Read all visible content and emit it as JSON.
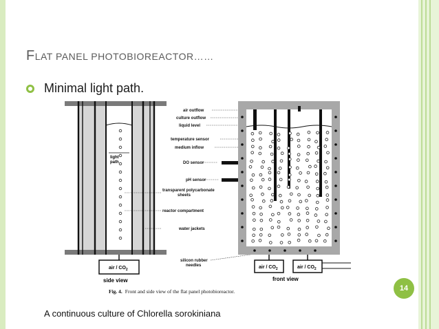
{
  "slide": {
    "title_first": "F",
    "title_rest": "LAT PANEL PHOTOBIOREACTOR……",
    "bullet": "Minimal light path.",
    "page_number": "14",
    "caption": "A continuous culture of Chlorella sorokiniana"
  },
  "figure": {
    "labels": {
      "air_outflow": "air outflow",
      "culture_outflow": "culture outflow",
      "liquid_level": "liquid level",
      "temperature_sensor": "temperature sensor",
      "medium_inflow": "medium inflow",
      "do_sensor": "DO sensor",
      "ph_sensor": "pH sensor",
      "transparent_sheets_1": "transparent polycarbonate",
      "transparent_sheets_2": "sheets",
      "reactor_compartment": "reactor compartment",
      "water_jackets": "water jackets",
      "silicon_rubber_1": "silicon rubber",
      "silicon_rubber_2": "needles",
      "air_co2": "air / CO",
      "co2_sub": "2",
      "light_1": "light",
      "light_2": "path",
      "side_view": "side view",
      "front_view": "front view",
      "fig_prefix": "Fig. 4.",
      "fig_caption": "Front and side view of the flat panel photobioreactor."
    }
  },
  "colors": {
    "accent": "#8fc044",
    "frame_left": "#d9ecc0",
    "frame_right": "#e8f4d8"
  }
}
